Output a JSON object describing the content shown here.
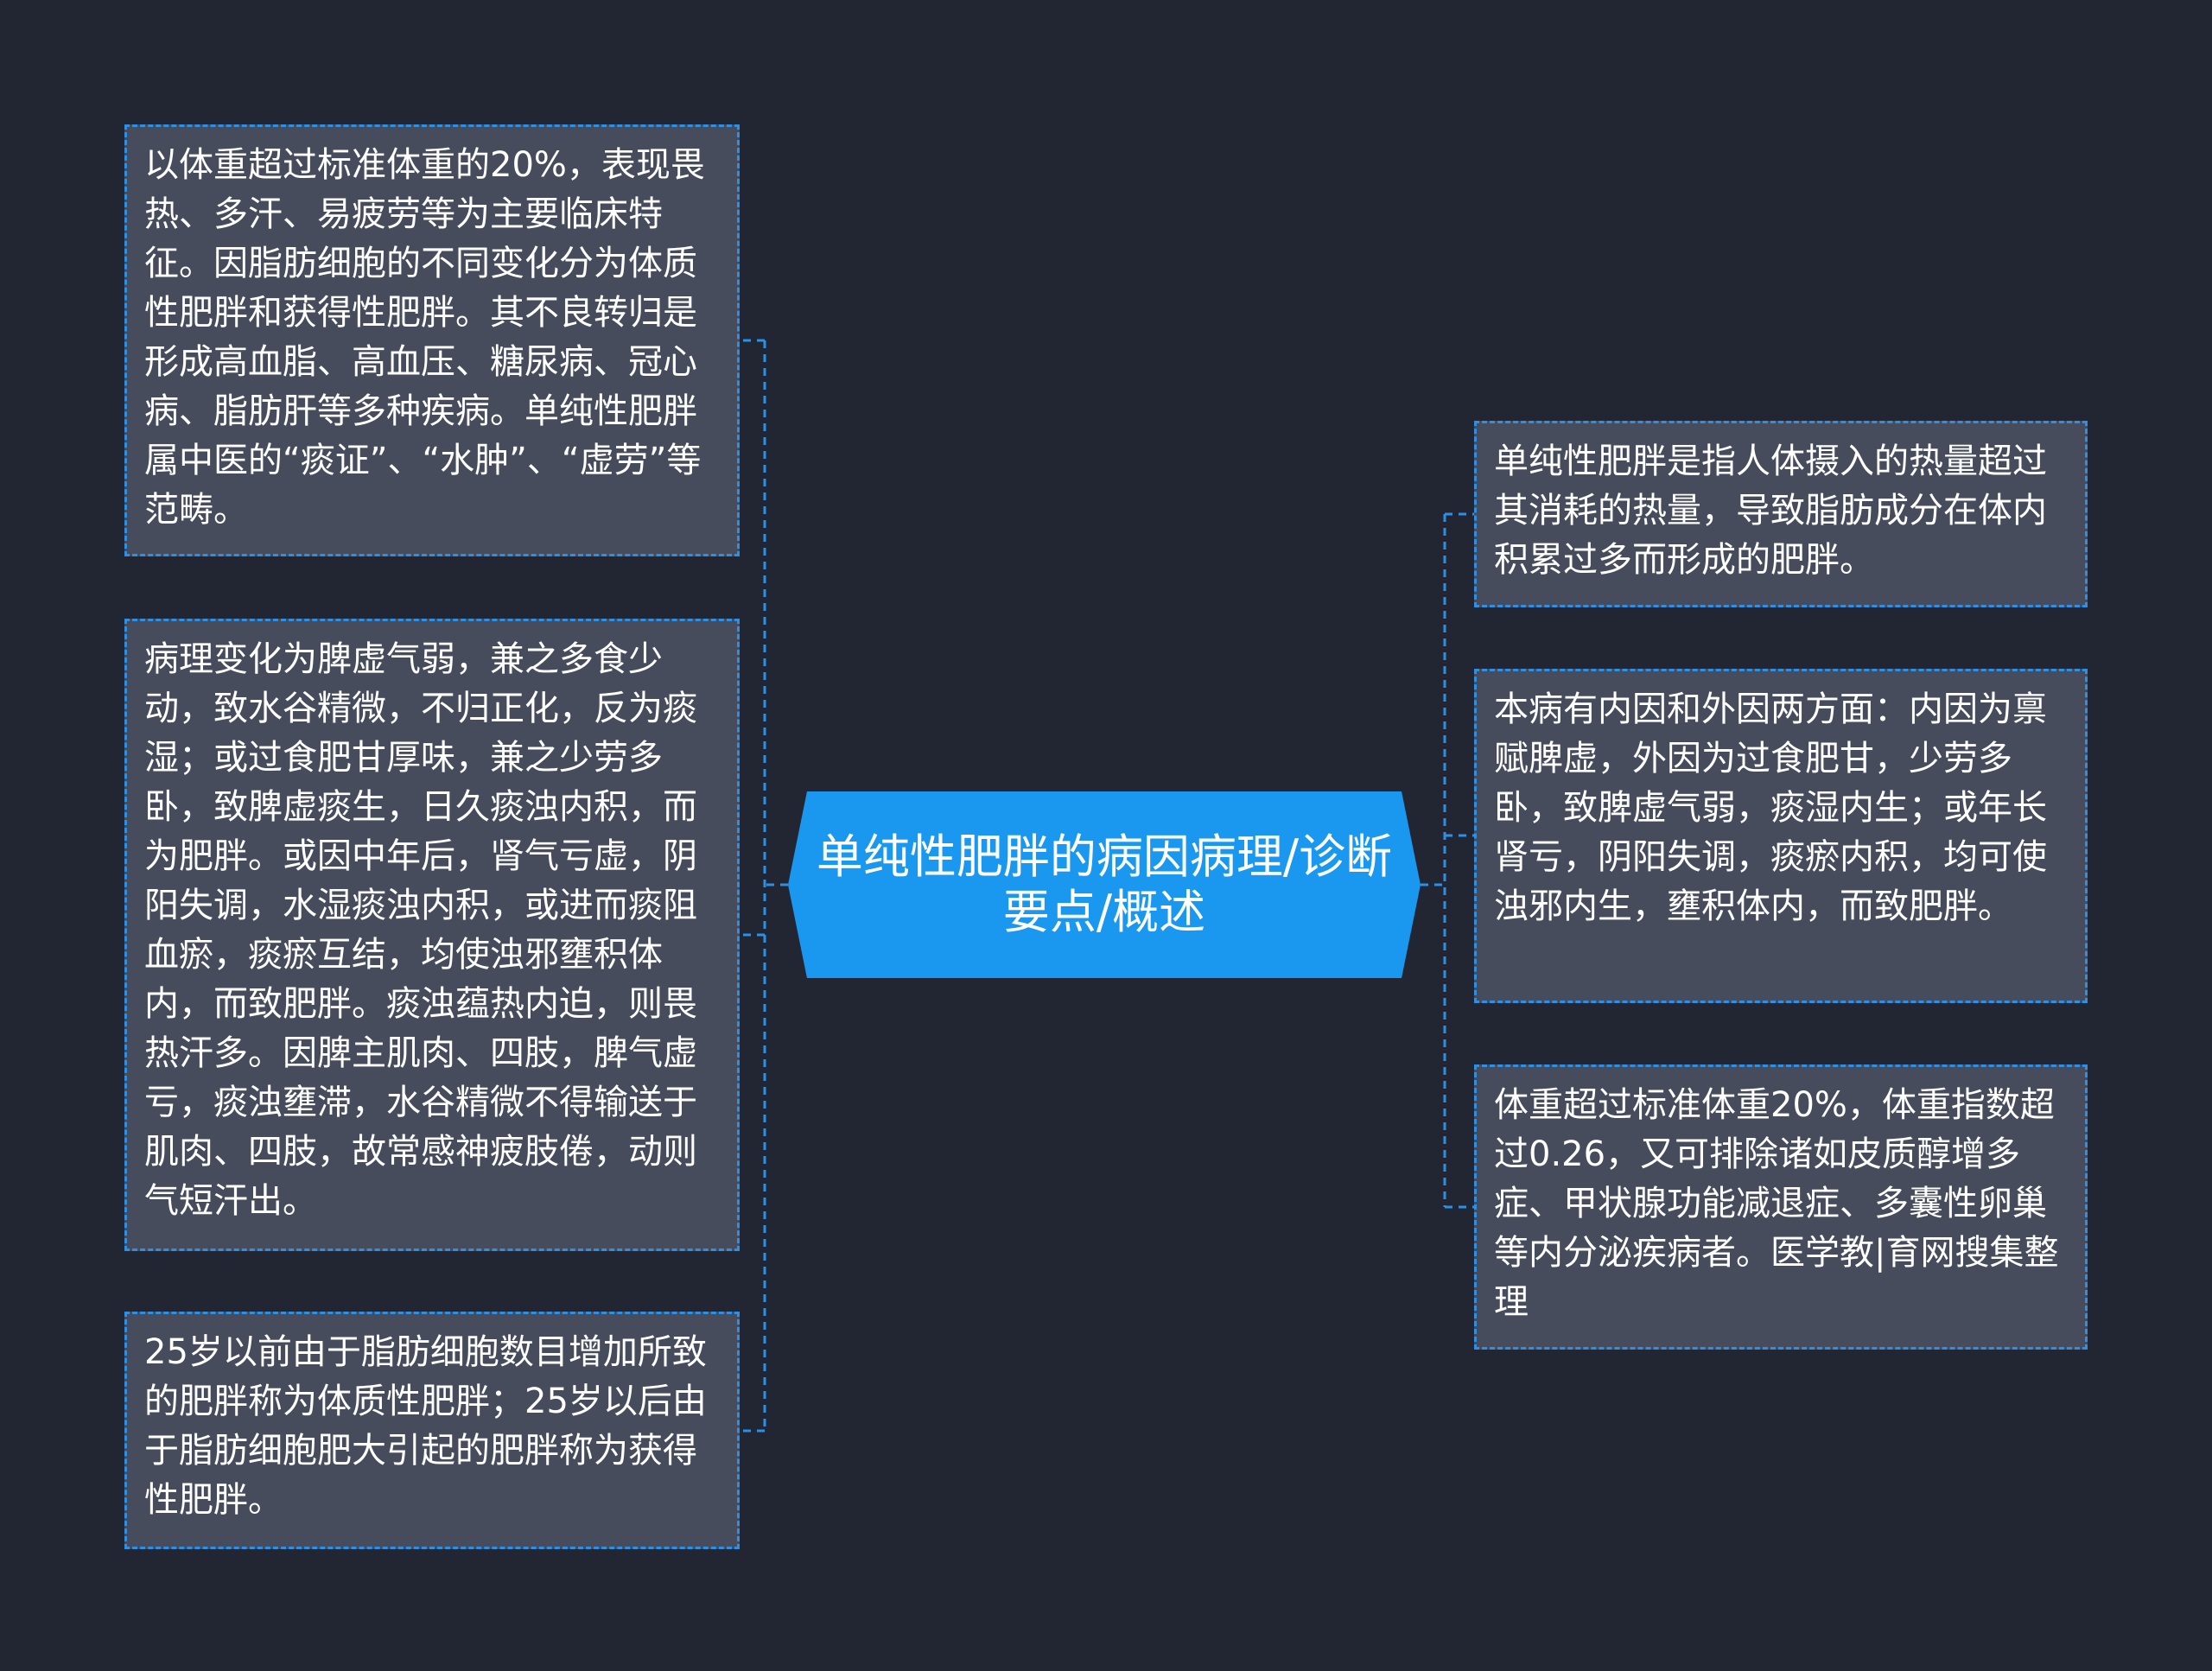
{
  "colors": {
    "background": "#222633",
    "center_fill": "#1a97ef",
    "leaf_fill": "#464c5b",
    "connector": "#2b90e6",
    "text": "#ffffff"
  },
  "center": {
    "title": "单纯性肥胖的病因病理/诊断要点/概述"
  },
  "left_nodes": [
    {
      "text": "以体重超过标准体重的20%，表现畏热、多汗、易疲劳等为主要临床特征。因脂肪细胞的不同变化分为体质性肥胖和获得性肥胖。其不良转归是形成高血脂、高血压、糖尿病、冠心病、脂肪肝等多种疾病。单纯性肥胖属中医的“痰证”、“水肿”、“虚劳”等范畴。"
    },
    {
      "text": "病理变化为脾虚气弱，兼之多食少动，致水谷精微，不归正化，反为痰湿；或过食肥甘厚味，兼之少劳多卧，致脾虚痰生，日久痰浊内积，而为肥胖。或因中年后，肾气亏虚，阴阳失调，水湿痰浊内积，或进而痰阻血瘀，痰瘀互结，均使浊邪壅积体内，而致肥胖。痰浊蕴热内迫，则畏热汗多。因脾主肌肉、四肢，脾气虚亏，痰浊壅滞，水谷精微不得输送于肌肉、四肢，故常感神疲肢倦，动则气短汗出。"
    },
    {
      "text": "25岁以前由于脂肪细胞数目增加所致的肥胖称为体质性肥胖；25岁以后由于脂肪细胞肥大引起的肥胖称为获得性肥胖。"
    }
  ],
  "right_nodes": [
    {
      "text": "单纯性肥胖是指人体摄入的热量超过其消耗的热量，导致脂肪成分在体内积累过多而形成的肥胖。"
    },
    {
      "text": "本病有内因和外因两方面：内因为禀赋脾虚，外因为过食肥甘，少劳多卧，致脾虚气弱，痰湿内生；或年长肾亏，阴阳失调，痰瘀内积，均可使浊邪内生，壅积体内，而致肥胖。"
    },
    {
      "text": "体重超过标准体重20%，体重指数超过0.26，又可排除诸如皮质醇增多症、甲状腺功能减退症、多囊性卵巢等内分泌疾病者。医学教|育网搜集整理"
    }
  ]
}
